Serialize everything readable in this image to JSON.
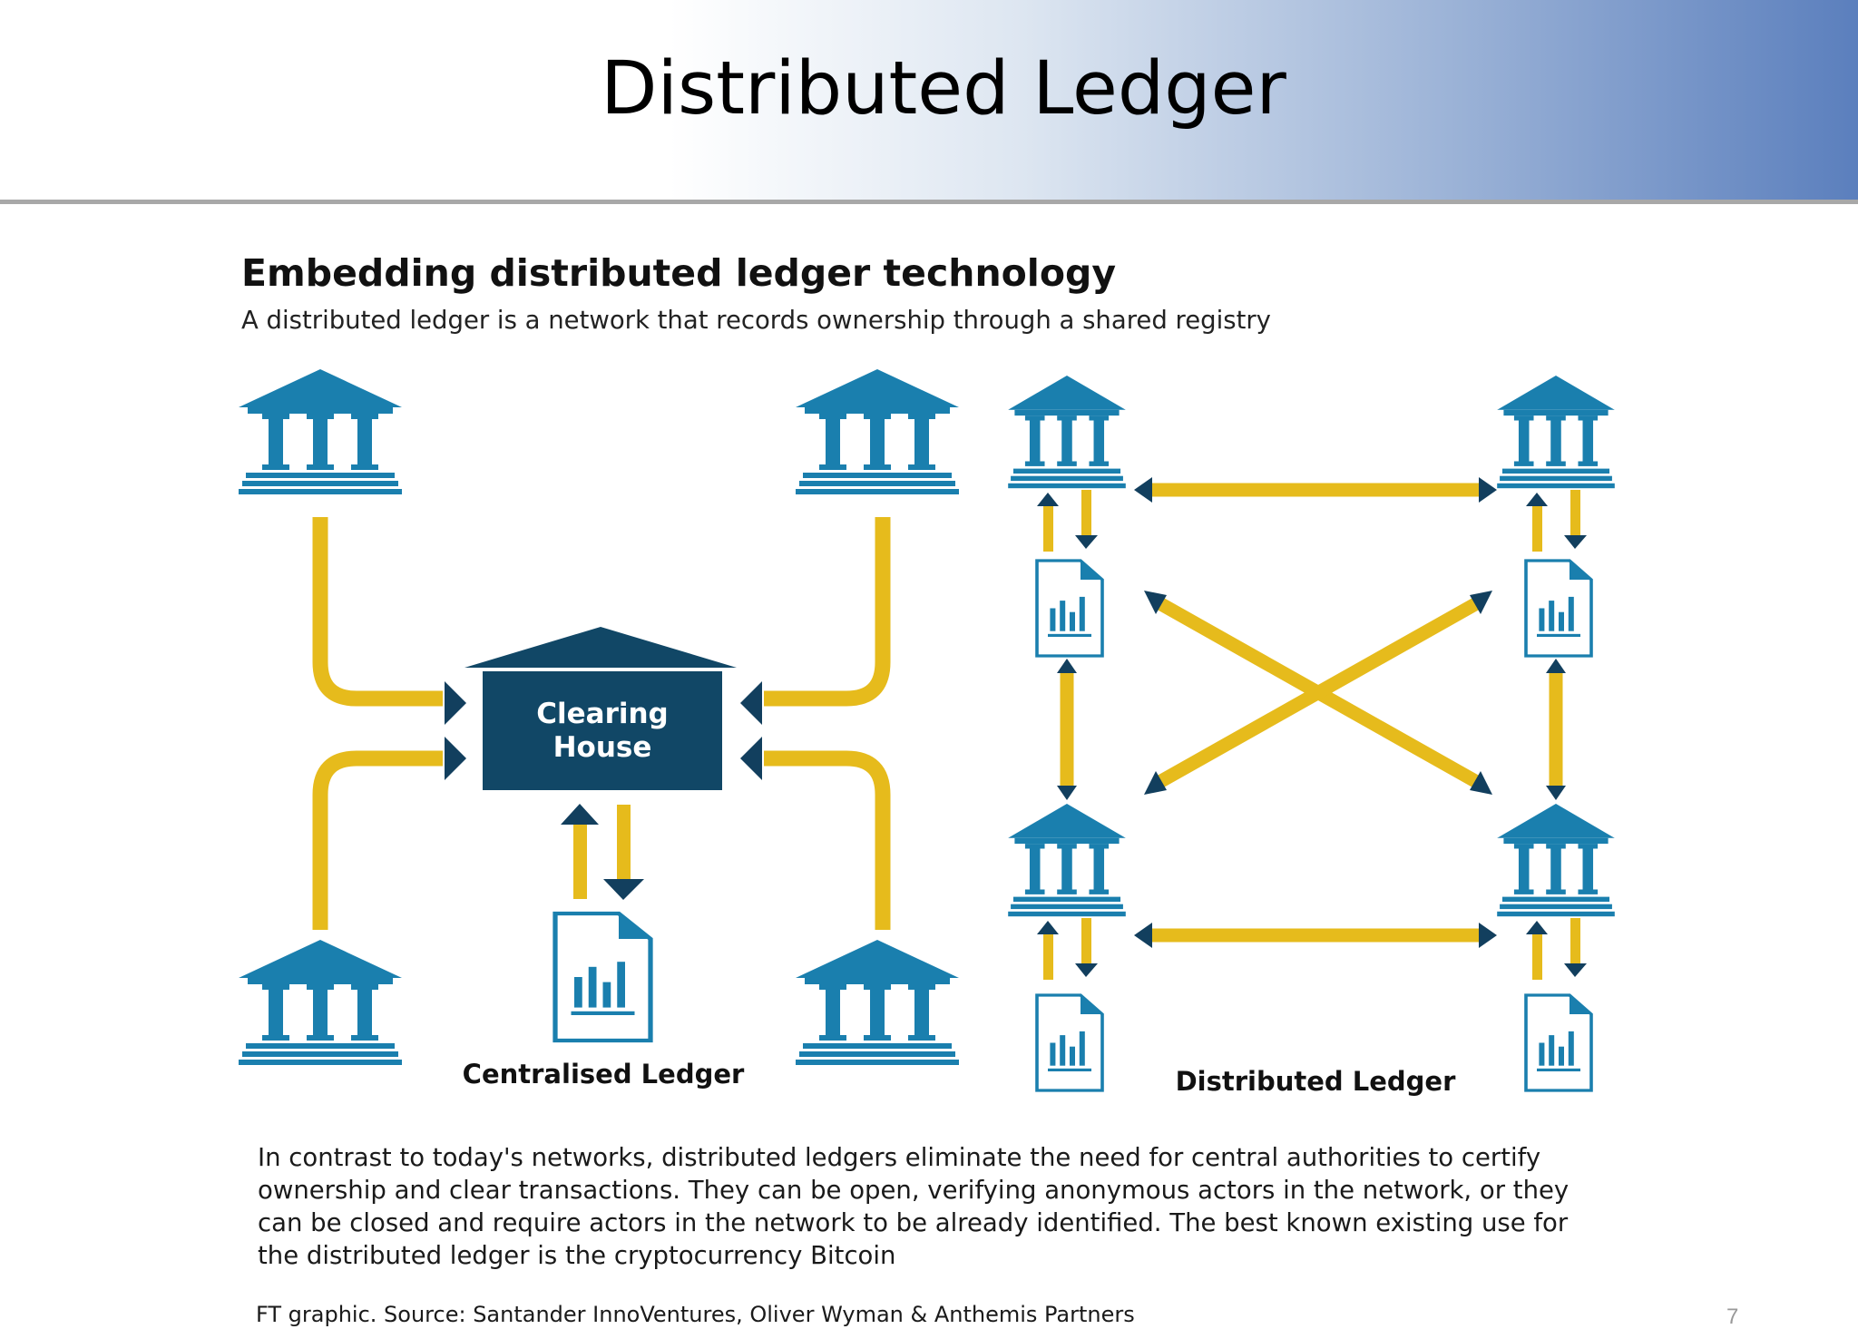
{
  "slide": {
    "title": "Distributed Ledger",
    "number": "7"
  },
  "figure": {
    "heading": "Embedding distributed ledger technology",
    "subheading": "A distributed ledger is a network that records ownership through a shared registry",
    "clearing_house": [
      "Clearing",
      "House"
    ],
    "centralised_label": "Centralised Ledger",
    "distributed_label": "Distributed Ledger",
    "caption": [
      "In contrast to today's networks, distributed ledgers eliminate the need for central authorities to certify",
      "ownership and clear transactions. They can be open, verifying anonymous actors in the network, or they",
      "can be closed and require actors in the network to be already identified. The best known existing use for",
      "the distributed ledger is the cryptocurrency Bitcoin"
    ],
    "source": "FT graphic.  Source: Santander InnoVentures, Oliver Wyman & Anthemis Partners"
  },
  "colors": {
    "bank": "#1a7fae",
    "arrow_head": "#123f5e",
    "connector": "#e6bb1c",
    "clearing_house": "#114766",
    "header_accent": "#5b7fbd"
  },
  "icons": {
    "bank": "bank-building-icon",
    "ledger": "ledger-document-icon"
  }
}
